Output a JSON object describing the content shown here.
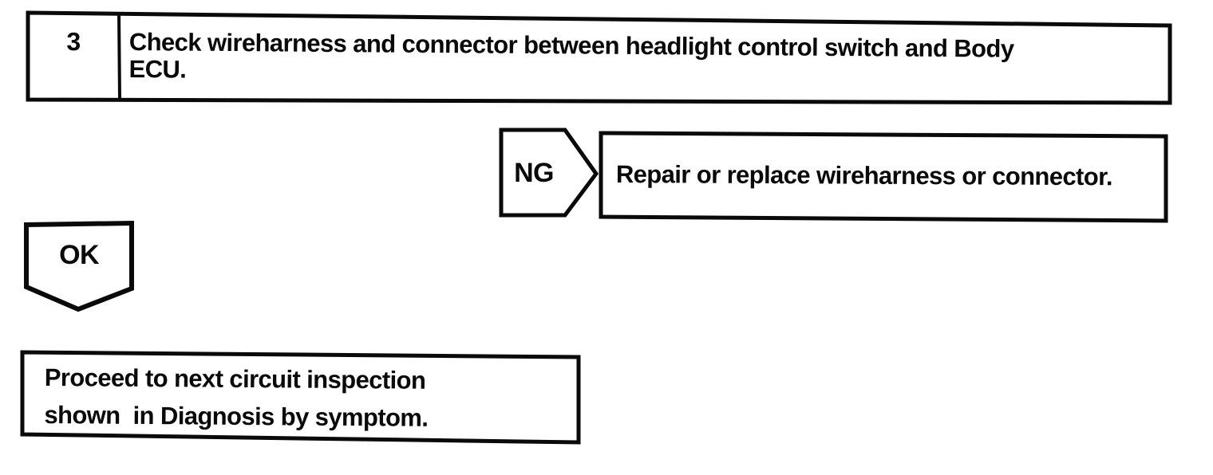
{
  "page": {
    "background_color": "#ffffff",
    "ink_color": "#0a0a0a"
  },
  "flowchart": {
    "step": {
      "number": "3",
      "instruction_lines": [
        "Check wireharness and connector between headlight control switch and Body",
        "ECU."
      ]
    },
    "ng_branch": {
      "label": "NG",
      "action": "Repair or replace wireharness or connector."
    },
    "ok_branch": {
      "label": "OK",
      "result_lines": [
        "Proceed to next circuit inspection",
        "shown  in Diagnosis by symptom."
      ]
    }
  }
}
